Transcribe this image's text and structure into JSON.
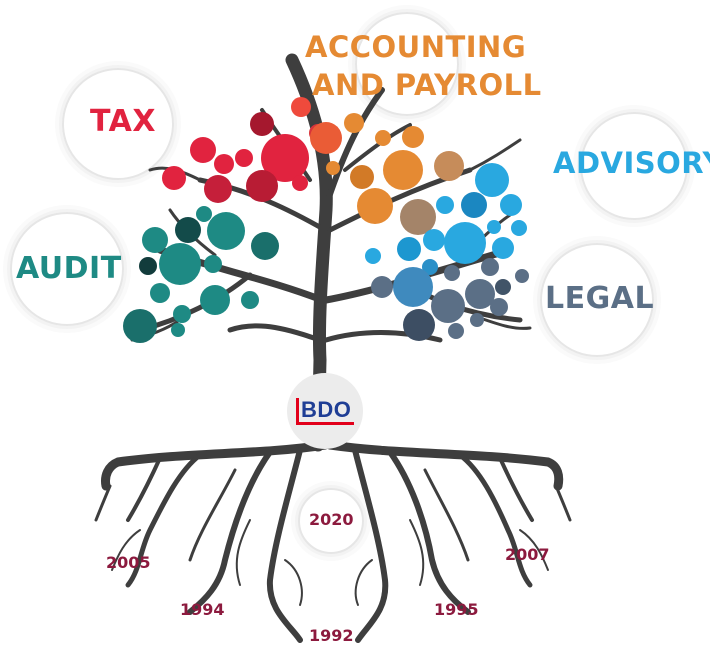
{
  "services": {
    "tax": {
      "label": "TAX",
      "color": "#e1233f"
    },
    "accounting": {
      "line1": "ACCOUNTING",
      "line2": "AND PAYROLL",
      "color": "#e58a33"
    },
    "advisory": {
      "label": "ADVISORY",
      "color": "#29a8e0"
    },
    "audit": {
      "label": "AUDIT",
      "color": "#1e8a84"
    },
    "legal": {
      "label": "LEGAL",
      "color": "#5b6f86"
    }
  },
  "logo": {
    "text": "BDO",
    "text_color": "#1f3e95",
    "accent_color": "#e2001a"
  },
  "years": {
    "y2020": "2020",
    "y2005": "2005",
    "y2007": "2007",
    "y1994": "1994",
    "y1995": "1995",
    "y1992": "1992"
  },
  "colors": {
    "trunk": "#3e3e3e",
    "year_text": "#8c1a3e"
  }
}
